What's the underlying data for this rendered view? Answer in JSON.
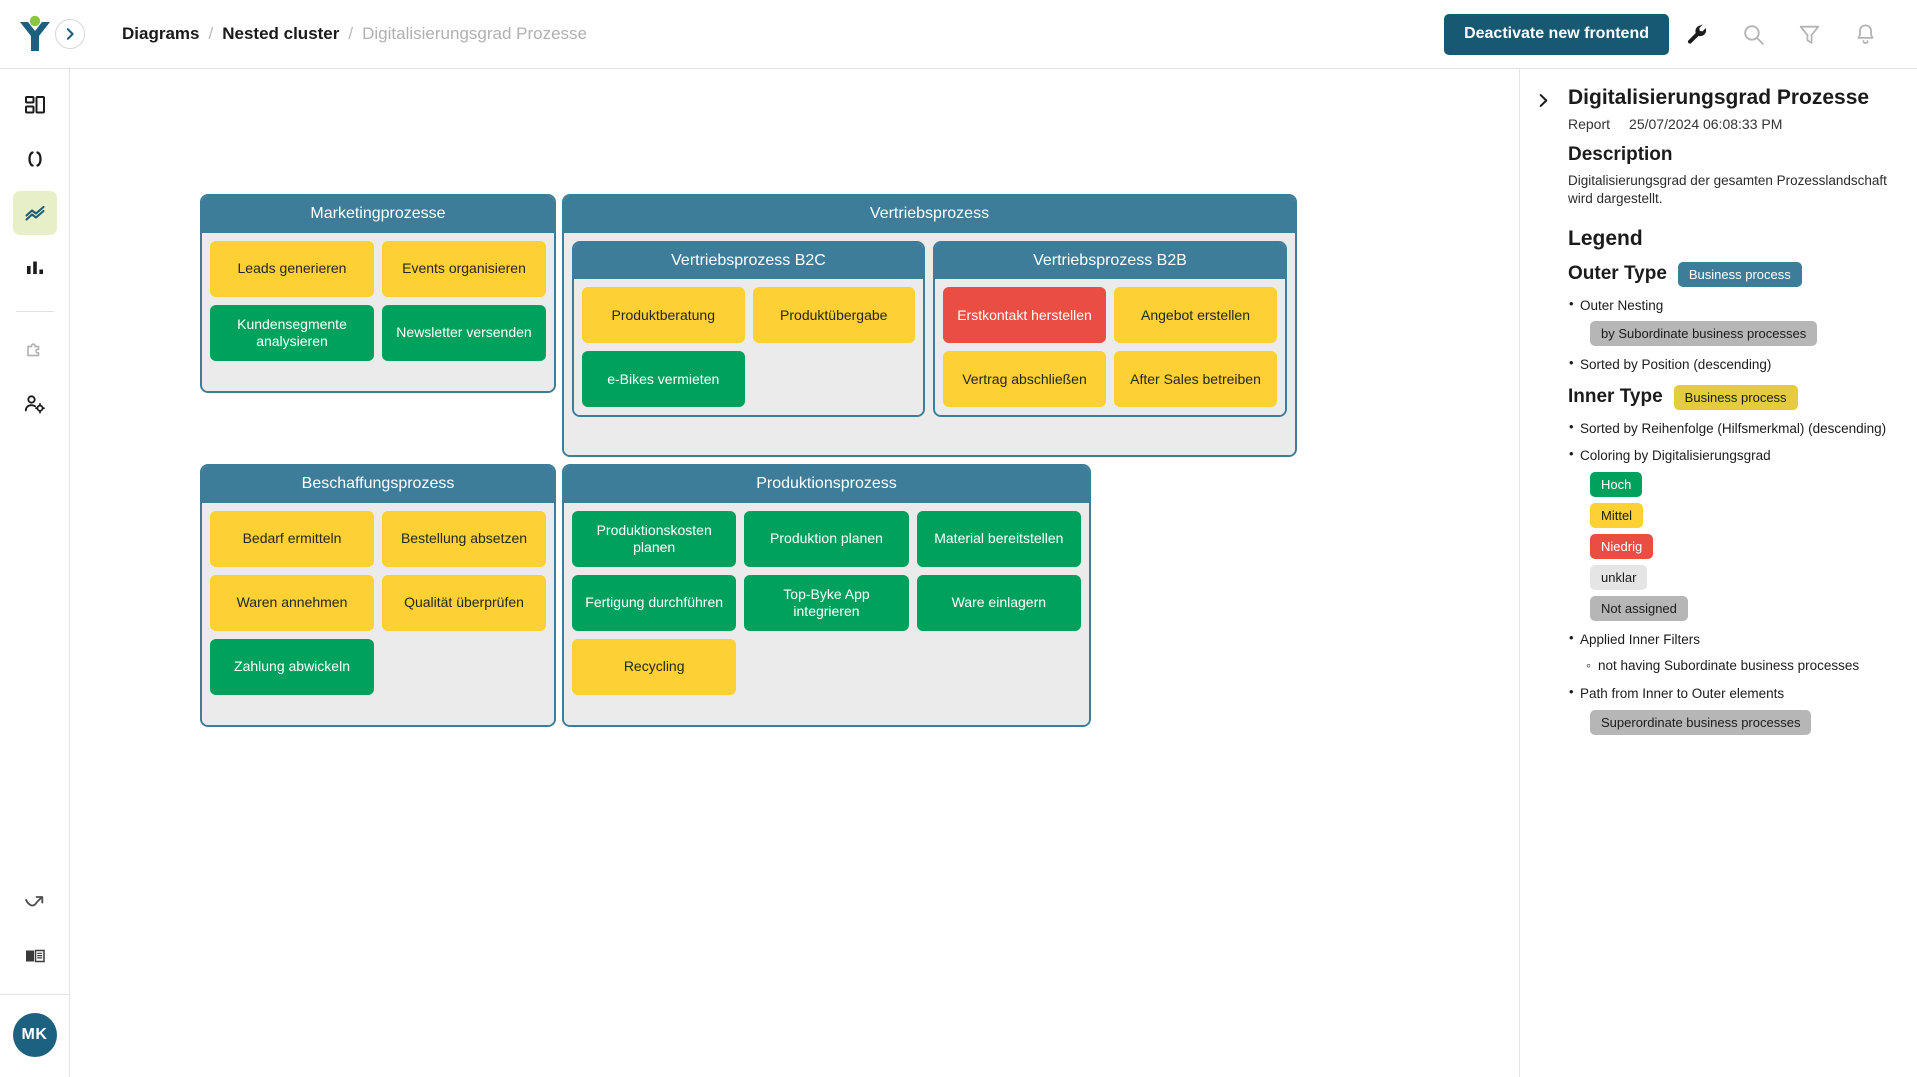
{
  "topbar": {
    "logo_name": "logo-y-icon",
    "collapse_icon": "chevron-right-icon",
    "breadcrumb": [
      {
        "label": "Diagrams",
        "current": false
      },
      {
        "label": "Nested cluster",
        "current": false
      },
      {
        "label": "Digitalisierungsgrad Prozesse",
        "current": true
      }
    ],
    "separator": "/",
    "primary_button": "Deactivate new frontend",
    "icons": [
      "wrench-icon",
      "search-icon",
      "filter-icon",
      "bell-icon"
    ]
  },
  "sidebar": {
    "items": [
      {
        "name": "dashboard-icon",
        "active": false
      },
      {
        "name": "code-brackets-icon",
        "active": false
      },
      {
        "name": "diagram-wave-icon",
        "active": true
      },
      {
        "name": "bar-chart-icon",
        "active": false
      },
      {
        "name": "puzzle-icon",
        "active": false
      },
      {
        "name": "user-settings-icon",
        "active": false
      }
    ],
    "bottom_items": [
      {
        "name": "share-arrow-icon"
      },
      {
        "name": "book-icon"
      }
    ],
    "avatar_initials": "MK"
  },
  "colors": {
    "cluster_header": "#3d7d99",
    "cluster_body": "#ebebeb",
    "hoch_green": "#00a15d",
    "mittel_yellow": "#fdd033",
    "niedrig_red": "#ea4e43",
    "unklar_grey": "#e5e5e5",
    "not_assigned_grey": "#b6b6b6",
    "primary_button": "#175873",
    "active_rail": "#e7efc9"
  },
  "diagram": {
    "clusters": [
      {
        "title": "Marketingprozesse",
        "rows": [
          [
            {
              "label": "Leads generieren",
              "color": "mittel"
            },
            {
              "label": "Events organisieren",
              "color": "mittel"
            }
          ],
          [
            {
              "label": "Kundensegmente analysieren",
              "color": "hoch"
            },
            {
              "label": "Newsletter versenden",
              "color": "hoch"
            }
          ]
        ]
      },
      {
        "title": "Vertriebsprozess",
        "subclusters": [
          {
            "title": "Vertriebsprozess B2C",
            "rows": [
              [
                {
                  "label": "Produktberatung",
                  "color": "mittel"
                },
                {
                  "label": "Produktübergabe",
                  "color": "mittel"
                }
              ],
              [
                {
                  "label": "e-Bikes vermieten",
                  "color": "hoch"
                },
                {
                  "label": "",
                  "color": "empty"
                }
              ]
            ]
          },
          {
            "title": "Vertriebsprozess B2B",
            "rows": [
              [
                {
                  "label": "Erstkontakt herstellen",
                  "color": "niedrig"
                },
                {
                  "label": "Angebot erstellen",
                  "color": "mittel"
                }
              ],
              [
                {
                  "label": "Vertrag abschließen",
                  "color": "mittel"
                },
                {
                  "label": "After Sales betreiben",
                  "color": "mittel"
                }
              ]
            ]
          }
        ]
      },
      {
        "title": "Beschaffungsprozess",
        "rows": [
          [
            {
              "label": "Bedarf ermitteln",
              "color": "mittel"
            },
            {
              "label": "Bestellung absetzen",
              "color": "mittel"
            }
          ],
          [
            {
              "label": "Waren annehmen",
              "color": "mittel"
            },
            {
              "label": "Qualität überprüfen",
              "color": "mittel"
            }
          ],
          [
            {
              "label": "Zahlung abwickeln",
              "color": "hoch"
            },
            {
              "label": "",
              "color": "empty"
            }
          ]
        ]
      },
      {
        "title": "Produktionsprozess",
        "rows": [
          [
            {
              "label": "Produktionskosten planen",
              "color": "hoch"
            },
            {
              "label": "Produktion planen",
              "color": "hoch"
            },
            {
              "label": "Material bereitstellen",
              "color": "hoch"
            }
          ],
          [
            {
              "label": "Fertigung durchführen",
              "color": "hoch"
            },
            {
              "label": "Top-Byke App integrieren",
              "color": "hoch"
            },
            {
              "label": "Ware einlagern",
              "color": "hoch"
            }
          ],
          [
            {
              "label": "Recycling",
              "color": "mittel"
            },
            {
              "label": "",
              "color": "empty"
            },
            {
              "label": "",
              "color": "empty"
            }
          ]
        ]
      }
    ]
  },
  "panel": {
    "expand_icon": "chevron-right-icon",
    "title": "Digitalisierungsgrad Prozesse",
    "meta_type": "Report",
    "meta_timestamp": "25/07/2024 06:08:33 PM",
    "description_heading": "Description",
    "description_text": "Digitalisierungsgrad der gesamten Prozesslandschaft wird dargestellt.",
    "legend_heading": "Legend",
    "outer_type_label": "Outer Type",
    "outer_type_chip": "Business process",
    "outer_nesting_bullet": "Outer Nesting",
    "outer_nesting_chip": "by Subordinate business processes",
    "outer_sorted_bullet": "Sorted by Position (descending)",
    "inner_type_label": "Inner Type",
    "inner_type_chip": "Business process",
    "inner_sorted_bullet": "Sorted by Reihenfolge (Hilfsmerkmal) (descending)",
    "coloring_bullet": "Coloring by Digitalisierungsgrad",
    "coloring_values": [
      {
        "label": "Hoch",
        "style": "hoch"
      },
      {
        "label": "Mittel",
        "style": "mittel"
      },
      {
        "label": "Niedrig",
        "style": "niedrig"
      },
      {
        "label": "unklar",
        "style": "unklar"
      },
      {
        "label": "Not assigned",
        "style": "grey"
      }
    ],
    "applied_filters_bullet": "Applied Inner Filters",
    "applied_filters_sub": "not having Subordinate business processes",
    "path_bullet": "Path from Inner to Outer elements",
    "path_chip": "Superordinate business processes"
  }
}
